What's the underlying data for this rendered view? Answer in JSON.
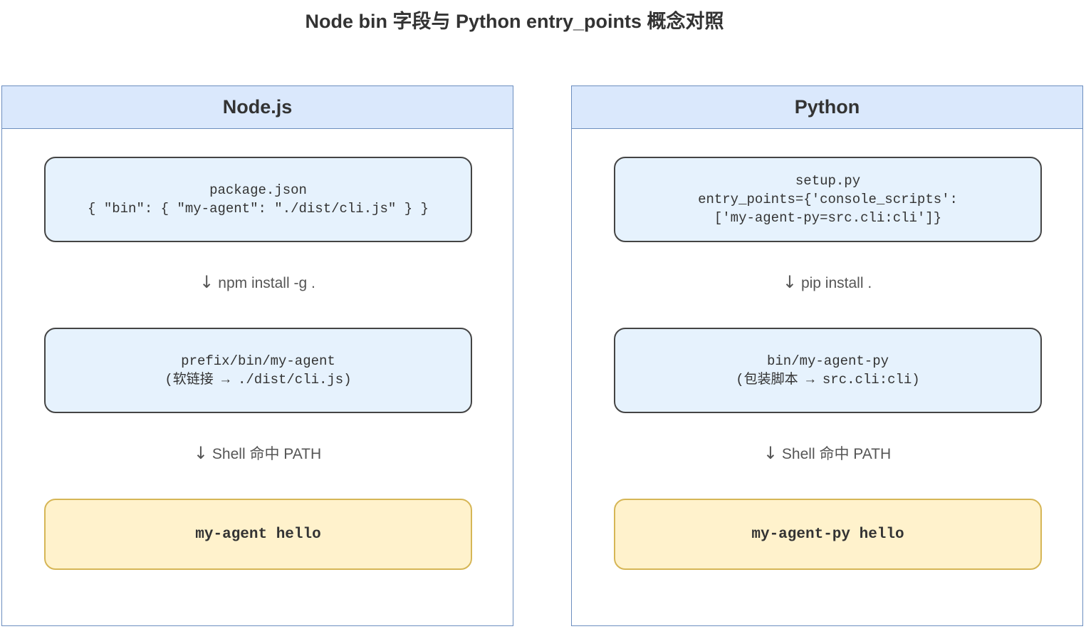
{
  "title": "Node bin 字段与 Python entry_points 概念对照",
  "panels": {
    "node": {
      "header": "Node.js",
      "config_lines": [
        "package.json",
        "{ \"bin\": { \"my-agent\": \"./dist/cli.js\" } }"
      ],
      "step1": "npm install -g .",
      "installed_lines": [
        "prefix/bin/my-agent",
        "(软链接 → ./dist/cli.js)"
      ],
      "step2": "Shell 命中 PATH",
      "command": "my-agent hello"
    },
    "python": {
      "header": "Python",
      "config_lines": [
        "setup.py",
        "entry_points={'console_scripts':",
        "['my-agent-py=src.cli:cli']}"
      ],
      "step1": "pip install .",
      "installed_lines": [
        "bin/my-agent-py",
        "(包装脚本 → src.cli:cli)"
      ],
      "step2": "Shell 命中 PATH",
      "command": "my-agent-py hello"
    }
  },
  "arrow_glyph": "↓",
  "colors": {
    "panel_header_fill": "#dae8fc",
    "panel_border": "#6c8ebf",
    "code_box_fill": "#e6f2fd",
    "code_box_border": "#444444",
    "command_box_fill": "#fff2cc",
    "command_box_border": "#d6b656"
  }
}
